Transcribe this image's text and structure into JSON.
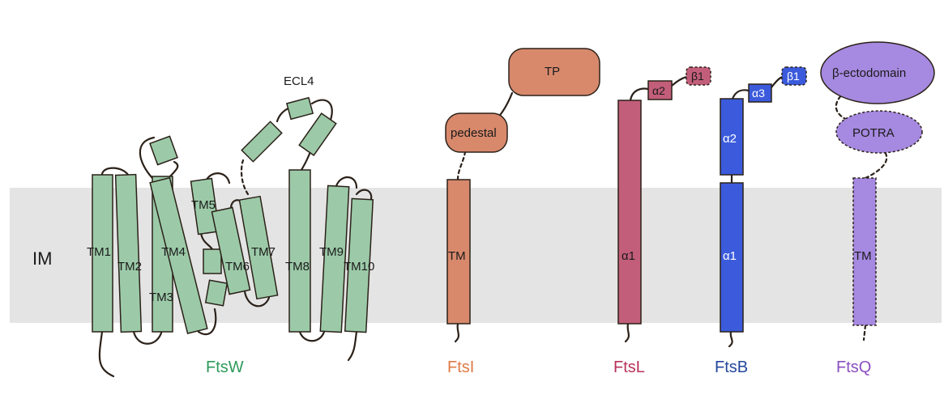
{
  "membrane": {
    "label": "IM",
    "color": "#e4e4e4"
  },
  "ftsw": {
    "name": "FtsW",
    "color": "#2e9a5b",
    "helix_labels": [
      "TM1",
      "TM2",
      "TM3",
      "TM4",
      "TM5",
      "TM6",
      "TM7",
      "TM8",
      "TM9",
      "TM10"
    ],
    "ecl_label": "ECL4"
  },
  "ftsi": {
    "name": "FtsI",
    "color": "#e07a45",
    "domains": {
      "tp": "TP",
      "pedestal": "pedestal",
      "tm": "TM"
    }
  },
  "ftsl": {
    "name": "FtsL",
    "color": "#b8335a",
    "domains": {
      "a1": "α1",
      "a2": "α2",
      "b1": "β1"
    }
  },
  "ftsb": {
    "name": "FtsB",
    "color": "#24479c",
    "domains": {
      "a1": "α1",
      "a2": "α2",
      "a3": "α3",
      "b1": "β1"
    }
  },
  "ftsq": {
    "name": "FtsQ",
    "color": "#8c4fbf",
    "domains": {
      "ecto": "β-ectodomain",
      "potra": "POTRA",
      "tm": "TM"
    }
  }
}
